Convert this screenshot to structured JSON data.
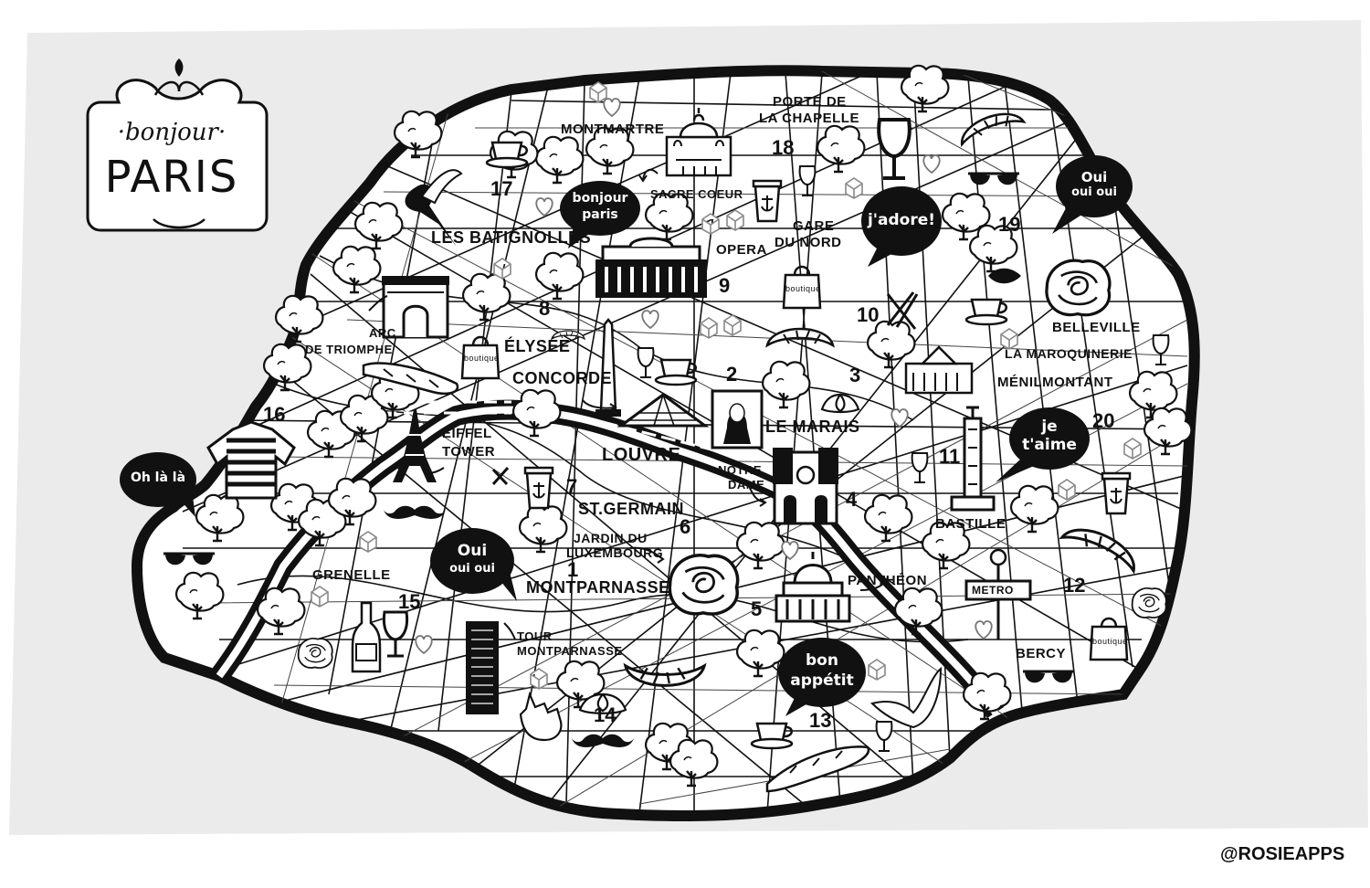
{
  "title": {
    "line1": "·bonjour·",
    "line2": "PARIS"
  },
  "credit": "@ROSIEAPPS",
  "places": {
    "montmartre": "MONTMARTRE",
    "porte_de_la_chapelle_1": "PORTE DE",
    "porte_de_la_chapelle_2": "LA CHAPELLE",
    "sacre_coeur": "SACRE COEUR",
    "les_batignolles": "LES BATIGNOLLES",
    "opera": "OPERA",
    "gare_du_nord_1": "GARE",
    "gare_du_nord_2": "DU NORD",
    "arc_1": "ARC",
    "arc_2": "DE TRIOMPHE",
    "elysee": "ÉLYSÉE",
    "concorde": "CONCORDE",
    "louvre": "LOUVRE",
    "le_marais": "LE MARAIS",
    "eiffel_1": "EIFFEL",
    "eiffel_2": "TOWER",
    "notre_dame_1": "NOTRE",
    "notre_dame_2": "DAME",
    "st_germain": "ST.GERMAIN",
    "jardin_1": "JARDIN DU",
    "jardin_2": "LUXEMBOURG",
    "montparnasse": "MONTPARNASSE",
    "grenelle": "GRENELLE",
    "tour_1": "TOUR",
    "tour_2": "MONTPARNASSE",
    "pantheon": "PANTHÉON",
    "bastille": "BASTILLE",
    "belleville": "BELLEVILLE",
    "la_maroquinerie": "LA MAROQUINERIE",
    "menilmontant": "MÉNILMONTANT",
    "bercy": "BERCY",
    "metro": "METRO",
    "boutique": "boutique"
  },
  "arrondissements": [
    "1",
    "2",
    "3",
    "4",
    "5",
    "6",
    "7",
    "8",
    "9",
    "10",
    "11",
    "12",
    "13",
    "14",
    "15",
    "16",
    "17",
    "18",
    "19",
    "20"
  ],
  "bubbles": {
    "bonjour_paris_1": "bonjour",
    "bonjour_paris_2": "paris",
    "jadore": "j'adore!",
    "oui_1_1": "Oui",
    "oui_1_2": "oui oui",
    "je_taime_1": "je",
    "je_taime_2": "t'aime",
    "oh_la_la": "Oh là là",
    "oui_2_1": "Oui",
    "oui_2_2": "oui oui",
    "bon_1": "bon",
    "bon_2": "appétit"
  },
  "colors": {
    "background": "#ffffff",
    "panel": "#ebebec",
    "ink": "#111111",
    "road": "#ffffff",
    "river": "#111111"
  },
  "icons": [
    "tree-icon",
    "coffee-cup-icon",
    "wine-glass-icon",
    "croissant-icon",
    "sunglasses-icon",
    "heart-icon",
    "rose-icon",
    "baguette-icon",
    "mustache-icon",
    "swallow-icon",
    "shopping-bag-icon",
    "coffee-togo-icon",
    "cube-icon",
    "mona-lisa-icon",
    "eiffel-tower-icon",
    "arc-de-triomphe-icon",
    "sacre-coeur-icon",
    "opera-icon",
    "notre-dame-icon",
    "pantheon-icon",
    "bastille-column-icon",
    "louvre-pyramid-icon",
    "tour-montparnasse-icon",
    "wine-bottle-icon",
    "striped-shirt-icon",
    "lotus-icon",
    "fork-knife-icon",
    "hand-gesture-icon",
    "metro-sign-icon",
    "leaf-icon",
    "obelisk-icon"
  ]
}
